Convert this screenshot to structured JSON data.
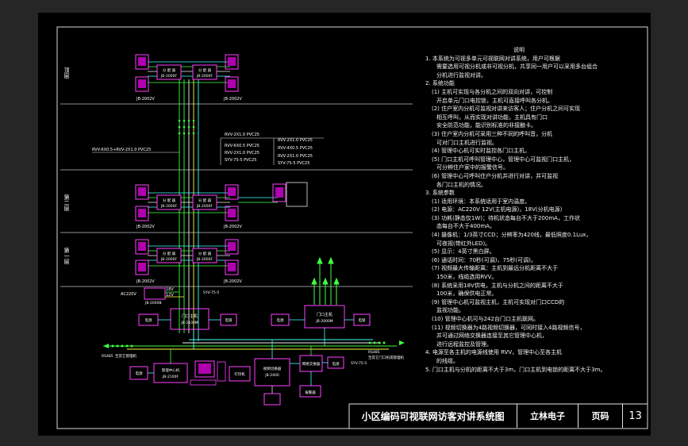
{
  "title_block": {
    "drawing_name": "小区编码可视联网访客对讲系统图",
    "company": "立林电子",
    "page_label": "页码",
    "page_number": "13"
  },
  "floors": {
    "top": "顶层",
    "second": "第二层",
    "first": "第一层"
  },
  "devices": {
    "indoor_model": "JB-2002V",
    "decoder_label": "分 配 器",
    "decoder_model": "JB-2000F",
    "power_label": "电源",
    "power_model": "JB-2000B",
    "door_station_label": "门口主机",
    "door_station_model_a": "JB-2100M",
    "door_station_model_b": "JB-2000M",
    "lock_label": "电锁",
    "power_short": "电源",
    "mgmt_label": "管理中心机",
    "mgmt_model": "JB-2100F",
    "switcher_label": "视频切换器",
    "switcher_model": "JB-2400",
    "network_label": "网络交换器",
    "printer_label": "打印机",
    "alarm_label": "报警器",
    "rs485_label": "RS485",
    "rs485_note": "至其它门口机或管理机",
    "to_other": "至其它管理机",
    "ac_label": "AC220V",
    "v18": "18V",
    "v12": "12V"
  },
  "cables": {
    "c1": "RVV-2X1.0 PVC25",
    "c2": "RVV-6X0.5 PVC25",
    "c3": "SYV-75-5 PVC25",
    "c4": "RVV-4X0.5 PVC25",
    "trunk": "RVV-6X0.5+RVV-2X1.0 PVC25",
    "syv": "SYV-75-5",
    "main": "RVV-2X1.0 PVC25"
  },
  "notes": {
    "heading": "说明",
    "lines": [
      "1. 本系统为可视多单元可视联网对讲系统，用户可根据",
      "   需要选用可视分机或非可视分机，共享同一用户可以采用多台组合",
      "   分机进行监视对讲。",
      "2. 系统功能",
      "(1) 主机可实现与各分机之间的双向对讲，可控制",
      "   开启单元门口电控锁，主机可直接呼叫各分机。",
      "(2) 住户室内分机可监视对讲来访客人；住户分机之间可实现",
      "   相互呼叫，从而实现对讲功能，主机具有门口",
      "   安全防范功能，能识别标准的非接触卡。",
      "(3) 住户室内分机可采用三种不同的呼叫音，分机",
      "   可对门口主机进行监视。",
      "(4) 管理中心机可实时监控各门口主机。",
      "(5) 门口主机可呼叫管理中心，管理中心可监视门口主机，",
      "   可分辨住户家中的报警信号。",
      "(6) 管理中心可呼叫住户分机并进行对讲，并可监视",
      "   各门口主机的情况。",
      "3. 系统参数",
      "(1) 适用环境：本系统适用于室内温度。",
      "(2) 电源：AC220V        12V(主机电源)，18V(分机电源)",
      "(3) 功耗(静态仅1W)；待机状态每台不大于200mA，工作状",
      "   态每台不大于400mA。",
      "(4) 摄像机：1/3英寸CCD；分辨率为420线，最低照度0.1Lux，",
      "   可夜视(带红外LED)。",
      "(5) 显示：4英寸黑白屏。",
      "(6) 通话时间：70秒(可调)，75秒(可调)。",
      "(7) 视频最大传输距离：主机到最远分机距离不大于",
      "   150米，线缆选用RVV。",
      "(8) 系统采用18V供电，主机与分机之间的距离不大于",
      "   100米，确保供电正常。",
      "(9) 管理中心机可监视主机，主机可实现对门口CCD的",
      "   监视功能。",
      "(10) 管理中心机可与242台门口主机联网。",
      "(11) 视频切换器为4路视频切换器，可同时接入4路视频信号，",
      "   并可通过网络交换器连接至其它管理中心机，",
      "   进行远程监控及管理。",
      "4. 电源至各主机的电源线使用 RVV，管理中心至各主机",
      "   的线缆。",
      "5. 门口主机与分机的距离不大于3m，门口主机到电锁的距离不大于3m。"
    ]
  }
}
